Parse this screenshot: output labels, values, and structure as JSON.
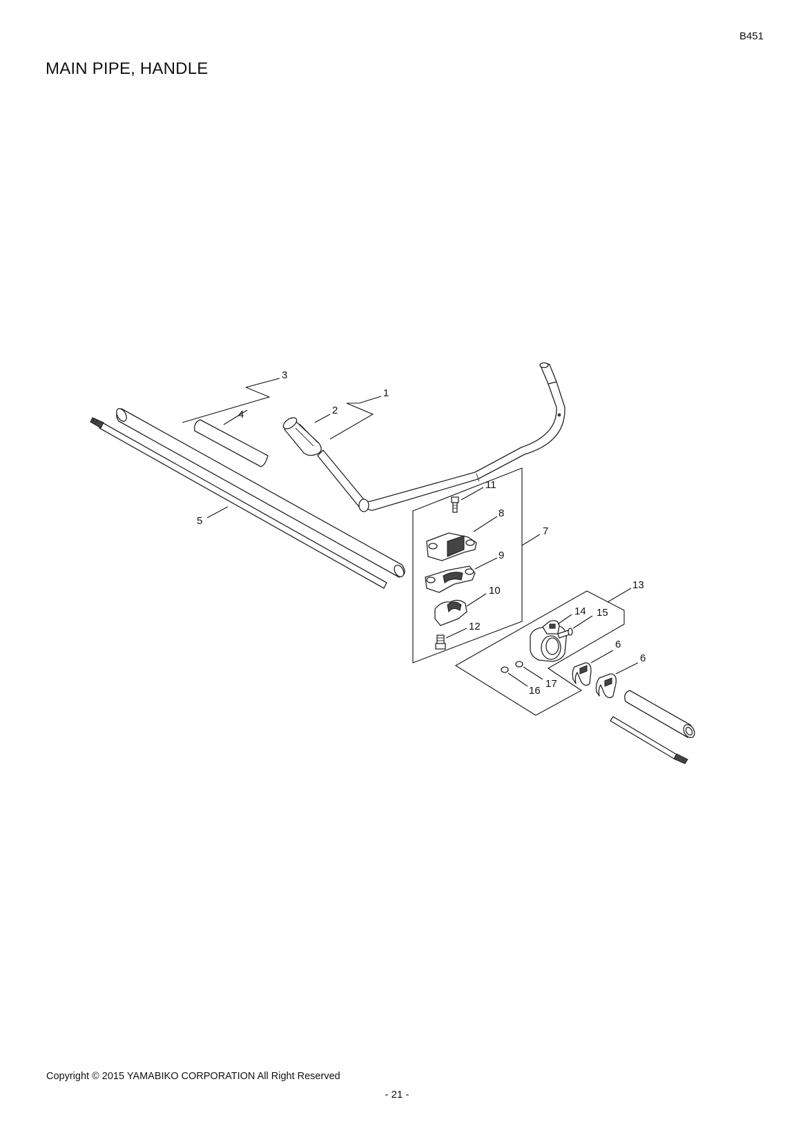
{
  "header": {
    "model_code": "B451",
    "title": "MAIN PIPE, HANDLE"
  },
  "diagram": {
    "callouts": [
      "1",
      "2",
      "3",
      "4",
      "5",
      "6",
      "6",
      "7",
      "8",
      "9",
      "10",
      "11",
      "12",
      "13",
      "14",
      "15",
      "16",
      "17"
    ]
  },
  "footer": {
    "copyright": "Copyright © 2015 YAMABIKO CORPORATION All Right Reserved",
    "page_number": "- 21 -"
  }
}
